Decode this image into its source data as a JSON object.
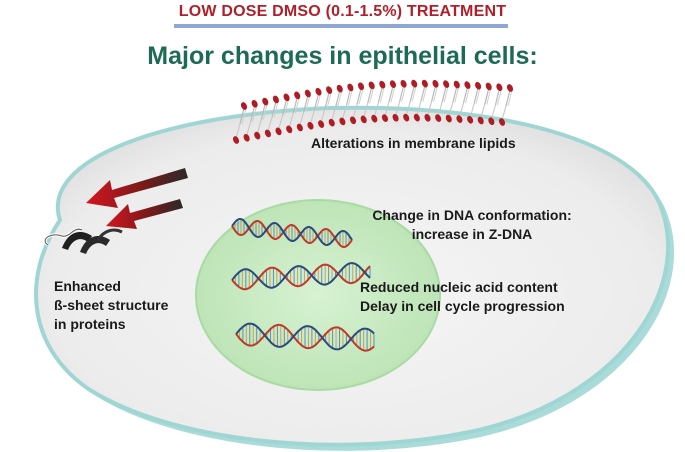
{
  "header": {
    "title": "LOW DOSE DMSO (0.1-1.5%) TREATMENT",
    "colors": {
      "title": "#b0202a",
      "rule": "#8fa7d3"
    }
  },
  "main_title": "Major changes in epithelial cells:",
  "labels": {
    "membrane": "Alterations in membrane lipids",
    "dna": [
      "Change in DNA conformation:",
      "increase in Z-DNA"
    ],
    "beta_sheet": [
      "Enhanced",
      "ß-sheet structure",
      "in proteins"
    ],
    "nucleic": [
      "Reduced nucleic acid content",
      "Delay in cell cycle progression"
    ]
  },
  "colors": {
    "cell_fill": "#eeeeee",
    "cell_edge": "#8ccfcc",
    "nucleus_fill": "#c9ecc4",
    "lipid_head": "#b01c24",
    "arrow_red": "#c7161e",
    "arrow_dark": "#2a2a2a",
    "dna_red": "#c0392b",
    "dna_blue": "#2c4a7a"
  },
  "icons": [
    "lipid-bilayer-icon",
    "protein-beta-sheet-icon",
    "dna-helix-icon"
  ]
}
